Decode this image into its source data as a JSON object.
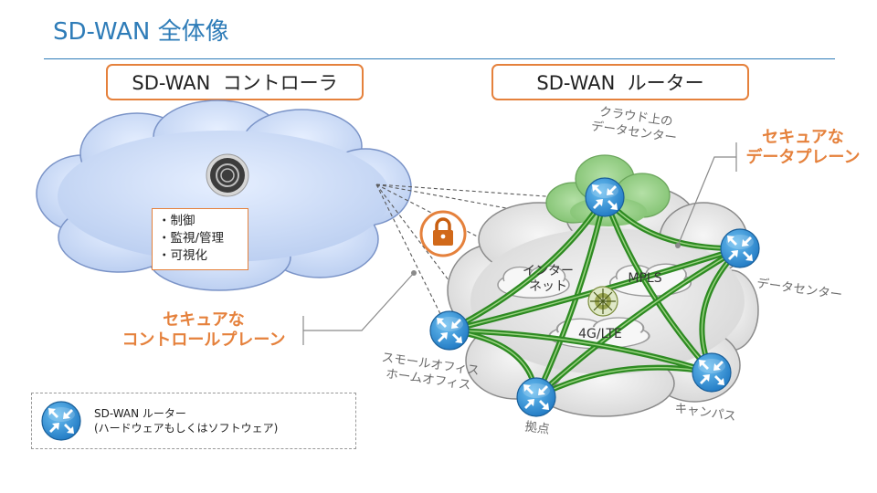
{
  "title": "SD-WAN 全体像",
  "headers": {
    "controller": "SD-WAN  コントローラ",
    "router": "SD-WAN  ルーター"
  },
  "controller_functions": [
    "・制御",
    "・監視/管理",
    "・可視化"
  ],
  "callouts": {
    "control_plane": [
      "セキュアな",
      "コントロールプレーン"
    ],
    "data_plane": [
      "セキュアな",
      "データプレーン"
    ]
  },
  "locations": {
    "cloud_dc": [
      "クラウド上の",
      "データセンター"
    ],
    "datacenter": [
      "データセンター"
    ],
    "small_office": [
      "スモールオフィス",
      "ホームオフィス"
    ],
    "branch": [
      "拠点"
    ],
    "campus": [
      "キャンパス"
    ]
  },
  "networks": {
    "internet": [
      "インター",
      "ネット"
    ],
    "mpls": "MPLS",
    "lte": "4G/LTE"
  },
  "legend": {
    "line1": "SD-WAN ルーター",
    "line2": "(ハードウェアもしくはソフトウェア)"
  },
  "colors": {
    "accent": "#e5813c",
    "title": "#2e7cb8",
    "router": "#2e8fd6",
    "tunnel": "#2e8b22",
    "controller_cloud": "#c9d9f5",
    "wan_cloud": "#e0e0e0",
    "cloud_dc": "#8fcc7e"
  },
  "icons": [
    "router-icon",
    "lock-icon",
    "controller-icon",
    "hub-icon"
  ]
}
